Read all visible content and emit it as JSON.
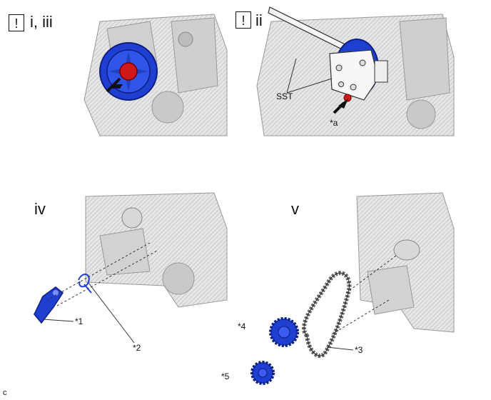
{
  "panels": {
    "p1": {
      "warn_symbol": "!",
      "step_label": "i, iii"
    },
    "p2": {
      "warn_symbol": "!",
      "step_label": "ii",
      "sst_label": "SST",
      "callout_a": "*a"
    },
    "p3": {
      "step_label": "iv",
      "callout_1": "*1",
      "callout_2": "*2"
    },
    "p4": {
      "step_label": "v",
      "callout_3": "*3",
      "callout_4": "*4",
      "callout_5": "*5"
    }
  },
  "footer": {
    "code": "c"
  },
  "colors": {
    "part_blue": "#1f3fd0",
    "part_red": "#d01818",
    "engine_gray": "#d9d9d9",
    "line": "#333333"
  }
}
